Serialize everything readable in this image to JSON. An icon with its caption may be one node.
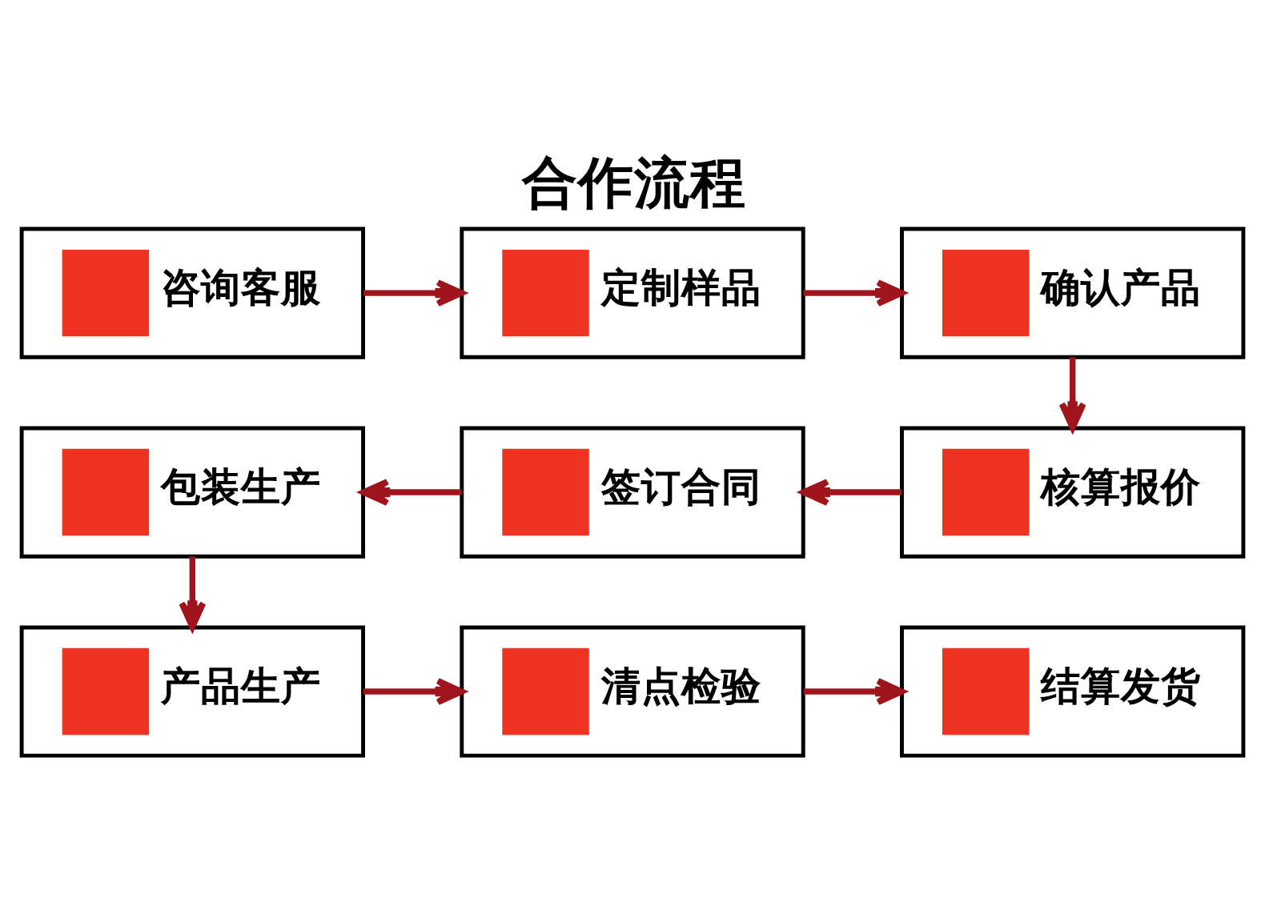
{
  "diagram": {
    "title": "合作流程",
    "nodes": [
      {
        "text": [
          "咨询客服"
        ]
      },
      {
        "text": [
          "定制样品"
        ]
      },
      {
        "text": [
          "确认产品"
        ]
      },
      {
        "text": [
          "包装生产"
        ]
      },
      {
        "text": [
          "签订合同"
        ]
      },
      {
        "text": [
          "核算报价"
        ]
      },
      {
        "text": [
          "产品生产"
        ]
      },
      {
        "text": [
          "清点检验"
        ]
      },
      {
        "text": [
          "结算发货"
        ]
      }
    ],
    "edges": [
      {
        "from": 0,
        "to": 1,
        "arrow": "to"
      },
      {
        "from": 1,
        "to": 2,
        "arrow": "to"
      },
      {
        "from": 2,
        "to": 5,
        "arrow": "to"
      },
      {
        "from": 5,
        "to": 4,
        "arrow": "to"
      },
      {
        "from": 4,
        "to": 3,
        "arrow": "to"
      },
      {
        "from": 3,
        "to": 6,
        "arrow": "to"
      },
      {
        "from": 6,
        "to": 7,
        "arrow": "to"
      },
      {
        "from": 7,
        "to": 8,
        "arrow": "to"
      }
    ]
  }
}
